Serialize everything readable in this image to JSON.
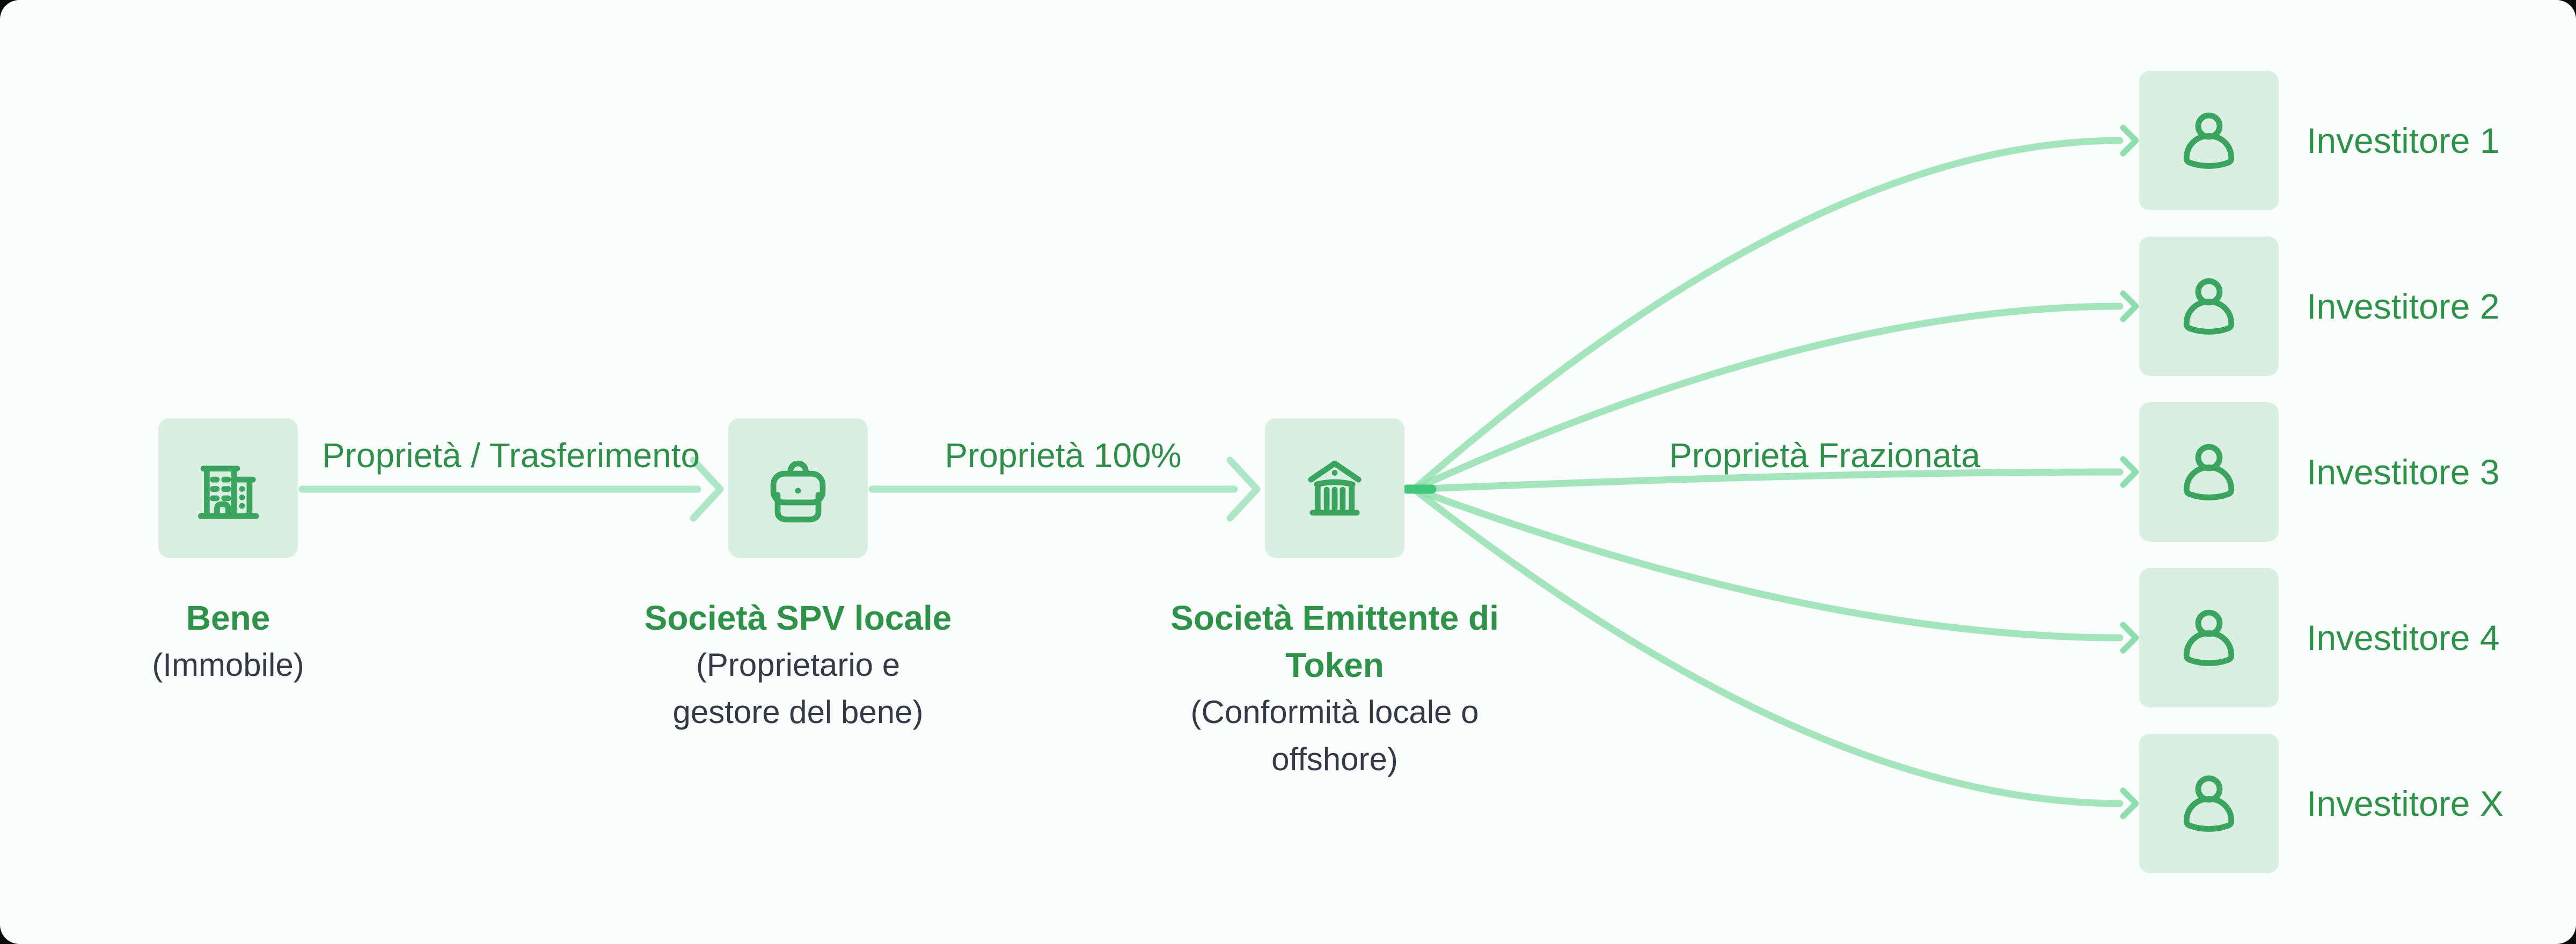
{
  "diagram": {
    "description": "Tokenization ownership flow diagram (Italian)",
    "colors": {
      "canvas_bg": "#fbfcfc",
      "node_bg": "#d8efe1",
      "icon_stroke": "#3ba55f",
      "title_green": "#2e9348",
      "label_green": "#2e8f4a",
      "subtitle_dark": "#333a48",
      "arrow_pale": "#aee7c7",
      "fan_arrow": "#8edfad",
      "fan_origin_nub": "#41c778"
    },
    "nodes": [
      {
        "id": "bene",
        "icon": "building-icon",
        "title": "Bene",
        "subtitle": "(Immobile)"
      },
      {
        "id": "spv",
        "icon": "briefcase-icon",
        "title": "Società SPV locale",
        "subtitle": "(Proprietario e\ngestore del bene)"
      },
      {
        "id": "emittente",
        "icon": "bank-icon",
        "title": "Società Emittente di\nToken",
        "subtitle": "(Conformità locale o\noffshore)"
      }
    ],
    "edges": [
      {
        "from": "bene",
        "to": "spv",
        "label": "Proprietà / Trasferimento"
      },
      {
        "from": "spv",
        "to": "emittente",
        "label": "Proprietà 100%"
      },
      {
        "from": "emittente",
        "to": "investors",
        "label": "Proprietà Frazionata"
      }
    ],
    "investors": [
      {
        "icon": "person-icon",
        "label": "Investitore 1"
      },
      {
        "icon": "person-icon",
        "label": "Investitore 2"
      },
      {
        "icon": "person-icon",
        "label": "Investitore 3"
      },
      {
        "icon": "person-icon",
        "label": "Investitore 4"
      },
      {
        "icon": "person-icon",
        "label": "Investitore X"
      }
    ]
  }
}
